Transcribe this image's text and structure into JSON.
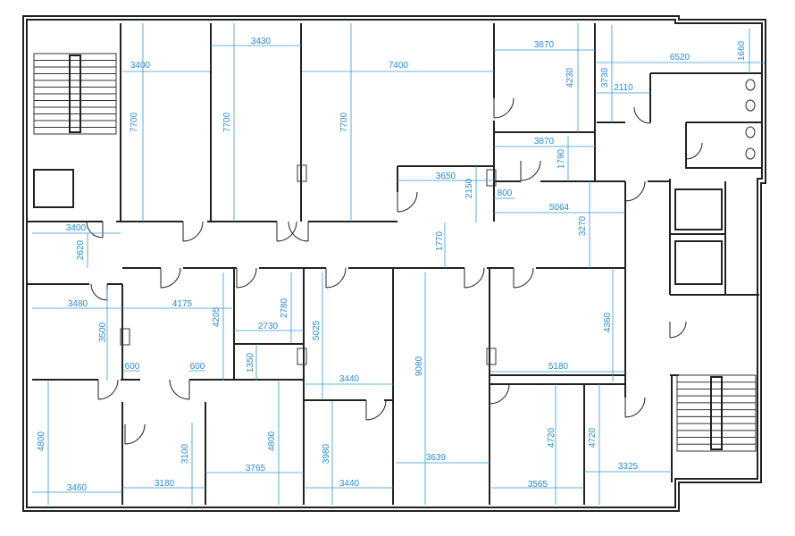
{
  "title": "Floor plan",
  "colors": {
    "dimension": "#3399dd",
    "wall": "#222222",
    "background": "#ffffff"
  },
  "dimensions": {
    "horizontal": [
      "3400",
      "3430",
      "7400",
      "3870",
      "6520",
      "2110",
      "3870",
      "3650",
      "800",
      "5064",
      "3400",
      "3480",
      "4175",
      "2730",
      "600",
      "600",
      "3440",
      "5180",
      "3460",
      "3180",
      "3765",
      "3440",
      "3639",
      "3565",
      "3325"
    ],
    "vertical": [
      "7700",
      "7700",
      "7700",
      "4230",
      "3730",
      "1660",
      "1790",
      "2150",
      "3270",
      "1770",
      "2620",
      "2780",
      "3500",
      "4205",
      "5025",
      "1350",
      "4360",
      "4800",
      "3100",
      "4800",
      "3980",
      "9080",
      "4720",
      "4720"
    ]
  }
}
